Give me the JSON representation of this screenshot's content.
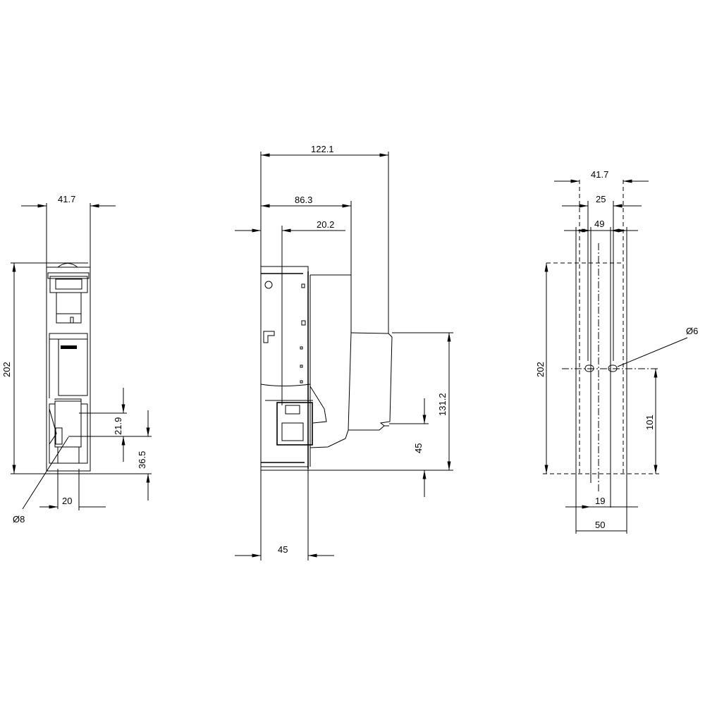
{
  "drawing": {
    "front_view": {
      "width": "41.7",
      "height": "202",
      "dim_upper": "21.9",
      "dim_lower": "36.5",
      "hole_spacing": "20",
      "hole_diameter": "Ø8"
    },
    "side_view": {
      "total_depth": "122.1",
      "body_depth": "86.3",
      "offset": "20.2",
      "base_width": "45",
      "handle_height": "131.2",
      "handle_bottom": "45"
    },
    "rear_view": {
      "width": "41.7",
      "inner_width": "25",
      "slot_widths": "49",
      "height": "202",
      "hole_height": "101",
      "hole_diameter": "Ø6",
      "hole_spacing": "19",
      "overall_width": "50"
    }
  }
}
